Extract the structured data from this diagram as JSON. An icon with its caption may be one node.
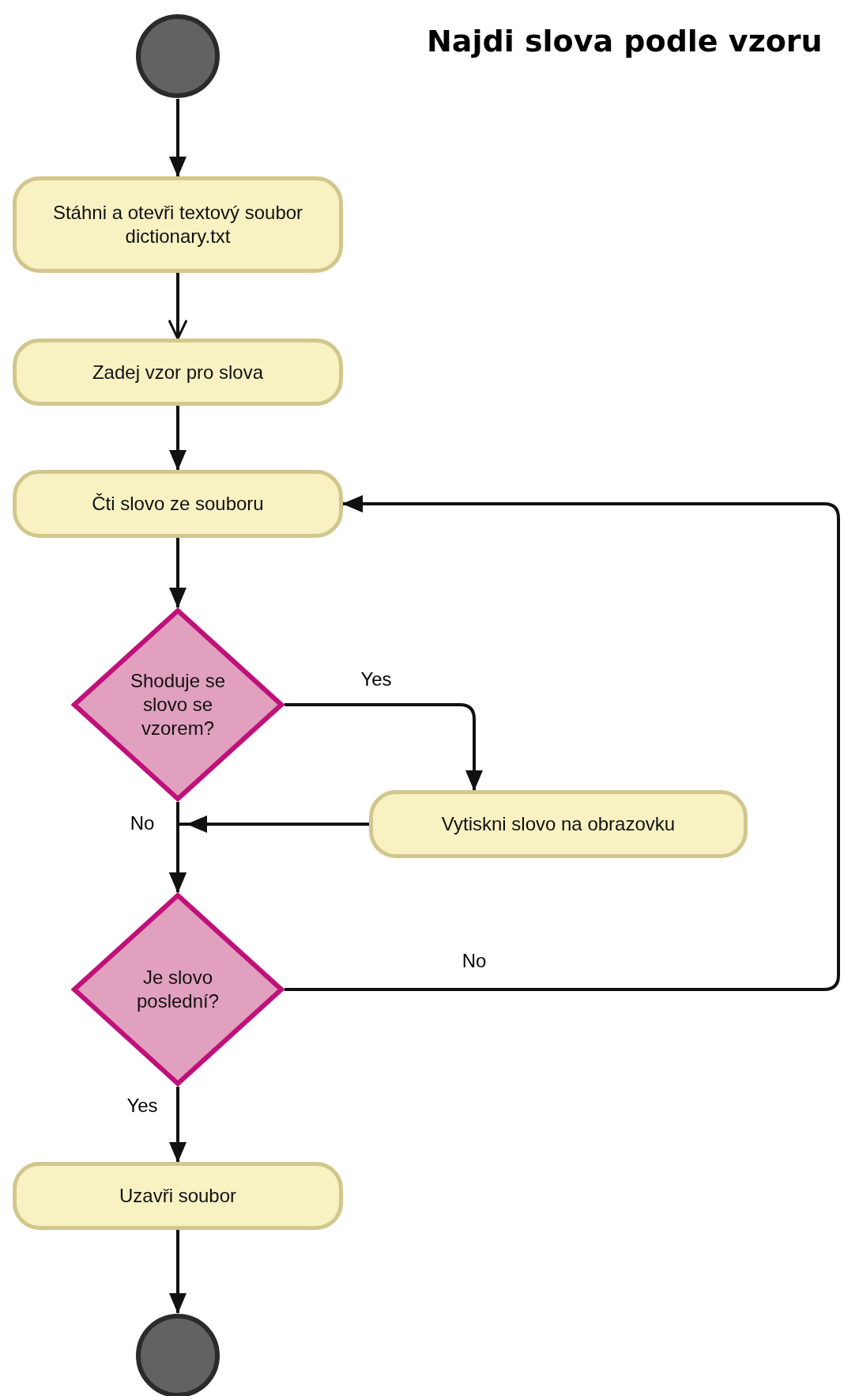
{
  "diagram": {
    "title": "Najdi slova podle vzoru",
    "nodes": [
      {
        "text": [],
        "shape": "circle"
      },
      {
        "text": [
          "Stáhni a otevři textový soubor dictionary.txt"
        ]
      },
      {
        "text": [
          "Zadej vzor pro slova"
        ]
      },
      {
        "text": [
          "Čti slovo ze souboru"
        ]
      },
      {
        "text": [
          "Shoduje se slovo se vzorem?"
        ]
      },
      {
        "text": [
          "Vytiskni slovo na obrazovku"
        ]
      },
      {
        "text": [
          "Je slovo poslední?"
        ]
      },
      {
        "text": [
          "Uzavři soubor"
        ]
      },
      {
        "text": [],
        "shape": "circle"
      }
    ],
    "edges": [
      {
        "from": 0,
        "to": 1,
        "arrow": "to"
      },
      {
        "from": 1,
        "to": 2,
        "arrow": "to"
      },
      {
        "from": 2,
        "to": 3,
        "arrow": "to"
      },
      {
        "from": 3,
        "to": 4,
        "arrow": "to"
      },
      {
        "from": 4,
        "to": 5,
        "arrow": "to",
        "label": "Yes"
      },
      {
        "from": 5,
        "to": 6,
        "arrow": "to"
      },
      {
        "from": 4,
        "to": 6,
        "arrow": "to",
        "label": "No"
      },
      {
        "from": 6,
        "to": 3,
        "arrow": "to",
        "label": "No"
      },
      {
        "from": 6,
        "to": 7,
        "arrow": "to",
        "label": "Yes"
      },
      {
        "from": 7,
        "to": 8,
        "arrow": "to"
      }
    ]
  }
}
